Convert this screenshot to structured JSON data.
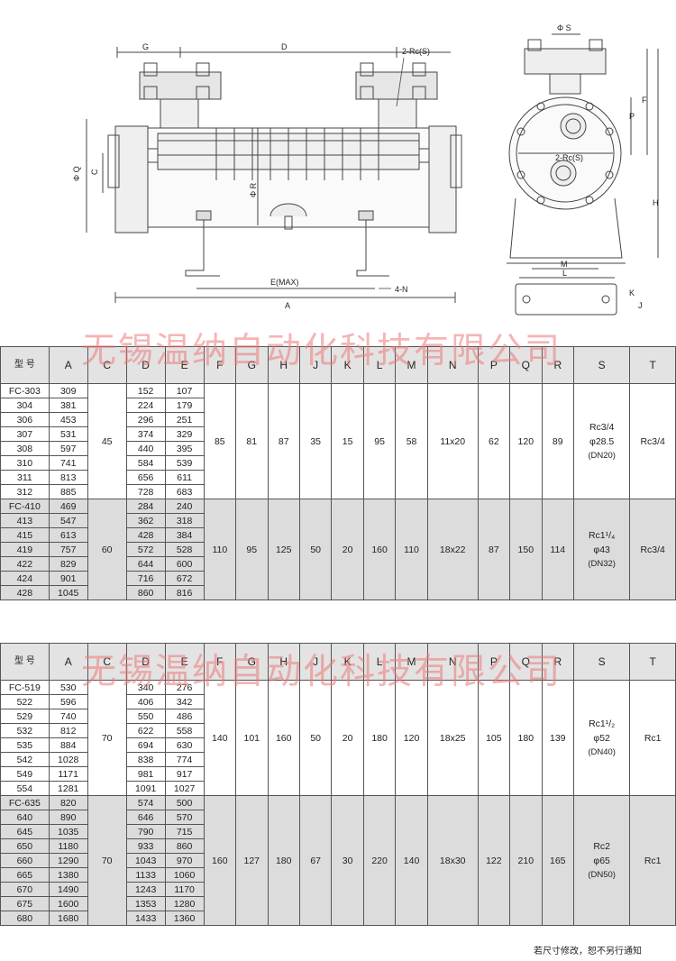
{
  "drawing": {
    "labels": {
      "G": "G",
      "D": "D",
      "rc_top": "2-Rc(S)",
      "phiQ": "Φ Q",
      "C": "C",
      "phiR": "Φ R",
      "E": "E(MAX)",
      "A": "A",
      "N": "4-N",
      "phiS": "Φ S",
      "P": "P",
      "F": "F",
      "rc_side": "2-Rc(S)",
      "H": "H",
      "M": "M",
      "L": "L",
      "K": "K",
      "J": "J"
    }
  },
  "watermark": "无锡温纳自动化科技有限公司",
  "tables": [
    {
      "headers": [
        "型 号",
        "A",
        "C",
        "D",
        "E",
        "F",
        "G",
        "H",
        "J",
        "K",
        "L",
        "M",
        "N",
        "P",
        "Q",
        "R",
        "S",
        "T"
      ],
      "groups": [
        {
          "models": [
            "FC-303",
            "304",
            "306",
            "307",
            "308",
            "310",
            "311",
            "312"
          ],
          "A": [
            "309",
            "381",
            "453",
            "531",
            "597",
            "741",
            "813",
            "885"
          ],
          "D": [
            "152",
            "224",
            "296",
            "374",
            "440",
            "584",
            "656",
            "728"
          ],
          "E": [
            "107",
            "179",
            "251",
            "329",
            "395",
            "539",
            "611",
            "683"
          ],
          "C": "45",
          "F": "85",
          "G": "81",
          "H": "87",
          "J": "35",
          "K": "15",
          "L": "95",
          "M": "58",
          "N": "11x20",
          "P": "62",
          "Q": "120",
          "R": "89",
          "S": [
            "Rc3/4",
            "φ28.5",
            "(DN20)"
          ],
          "T": "Rc3/4"
        },
        {
          "models": [
            "FC-410",
            "413",
            "415",
            "419",
            "422",
            "424",
            "428"
          ],
          "A": [
            "469",
            "547",
            "613",
            "757",
            "829",
            "901",
            "1045"
          ],
          "D": [
            "284",
            "362",
            "428",
            "572",
            "644",
            "716",
            "860"
          ],
          "E": [
            "240",
            "318",
            "384",
            "528",
            "600",
            "672",
            "816"
          ],
          "C": "60",
          "F": "110",
          "G": "95",
          "H": "125",
          "J": "50",
          "K": "20",
          "L": "160",
          "M": "110",
          "N": "18x22",
          "P": "87",
          "Q": "150",
          "R": "114",
          "S": [
            "Rc1¹/₄",
            "φ43",
            "(DN32)"
          ],
          "T": "Rc3/4"
        }
      ]
    },
    {
      "headers": [
        "型 号",
        "A",
        "C",
        "D",
        "E",
        "F",
        "G",
        "H",
        "J",
        "K",
        "L",
        "M",
        "N",
        "P",
        "Q",
        "R",
        "S",
        "T"
      ],
      "groups": [
        {
          "models": [
            "FC-519",
            "522",
            "529",
            "532",
            "535",
            "542",
            "549",
            "554"
          ],
          "A": [
            "530",
            "596",
            "740",
            "812",
            "884",
            "1028",
            "1171",
            "1281"
          ],
          "D": [
            "340",
            "406",
            "550",
            "622",
            "694",
            "838",
            "981",
            "1091"
          ],
          "E": [
            "276",
            "342",
            "486",
            "558",
            "630",
            "774",
            "917",
            "1027"
          ],
          "C": "70",
          "F": "140",
          "G": "101",
          "H": "160",
          "J": "50",
          "K": "20",
          "L": "180",
          "M": "120",
          "N": "18x25",
          "P": "105",
          "Q": "180",
          "R": "139",
          "S": [
            "Rc1¹/₂",
            "φ52",
            "(DN40)"
          ],
          "T": "Rc1"
        },
        {
          "models": [
            "FC-635",
            "640",
            "645",
            "650",
            "660",
            "665",
            "670",
            "675",
            "680"
          ],
          "A": [
            "820",
            "890",
            "1035",
            "1180",
            "1290",
            "1380",
            "1490",
            "1600",
            "1680"
          ],
          "D": [
            "574",
            "646",
            "790",
            "933",
            "1043",
            "1133",
            "1243",
            "1353",
            "1433"
          ],
          "E": [
            "500",
            "570",
            "715",
            "860",
            "970",
            "1060",
            "1170",
            "1280",
            "1360"
          ],
          "C": "70",
          "F": "160",
          "G": "127",
          "H": "180",
          "J": "67",
          "K": "30",
          "L": "220",
          "M": "140",
          "N": "18x30",
          "P": "122",
          "Q": "210",
          "R": "165",
          "S": [
            "Rc2",
            "φ65",
            "(DN50)"
          ],
          "T": "Rc1"
        }
      ]
    }
  ],
  "footnote": "若尺寸修改，恕不另行通知"
}
